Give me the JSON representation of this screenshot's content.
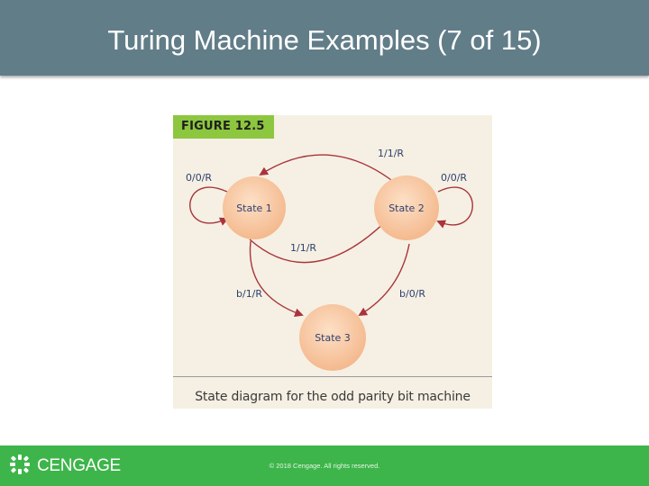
{
  "slide": {
    "title": "Turing Machine Examples (7 of 15)"
  },
  "figure": {
    "label": "FIGURE 12.5",
    "caption": "State diagram for the odd parity bit machine",
    "states": [
      {
        "id": "s1",
        "label": "State 1"
      },
      {
        "id": "s2",
        "label": "State 2"
      },
      {
        "id": "s3",
        "label": "State 3"
      }
    ],
    "transitions": [
      {
        "id": "t1",
        "from": "s1",
        "to": "s1",
        "label": "0/0/R"
      },
      {
        "id": "t2",
        "from": "s2",
        "to": "s2",
        "label": "0/0/R"
      },
      {
        "id": "t3",
        "from": "s2",
        "to": "s1",
        "label": "1/1/R"
      },
      {
        "id": "t4",
        "from": "s1",
        "to": "s2",
        "label": "1/1/R"
      },
      {
        "id": "t5",
        "from": "s1",
        "to": "s3",
        "label": "b/1/R"
      },
      {
        "id": "t6",
        "from": "s2",
        "to": "s3",
        "label": "b/0/R"
      }
    ],
    "colors": {
      "state_fill": "#f8c9a4",
      "arrow": "#a8343c",
      "label_green": "#8dc63f",
      "background": "#f5f0e3"
    }
  },
  "footer": {
    "brand": "CENGAGE",
    "logo_icon": "cengage-logo-icon",
    "copyright": "© 2018 Cengage. All rights reserved."
  }
}
